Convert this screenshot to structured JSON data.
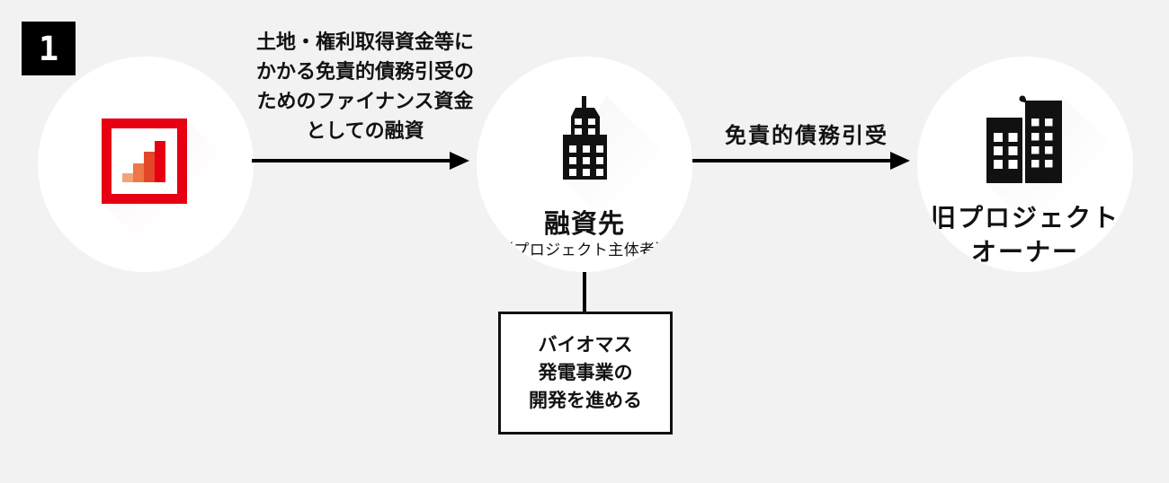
{
  "page": {
    "step_number": "1"
  },
  "colors": {
    "bg": "#f2f2f2",
    "ink": "#121212",
    "red": "#e60012",
    "bar1": "#f2a477",
    "bar2": "#ed7747",
    "bar3": "#e34628",
    "bar4": "#e60012"
  },
  "nodes": {
    "lender": {
      "icon": "bank-logo-bar-chart"
    },
    "borrower": {
      "label": "融資先",
      "sublabel": "（プロジェクト主体者）",
      "icon": "office-building"
    },
    "old_owner": {
      "label_line1": "旧プロジェクト",
      "label_line2": "オーナー",
      "icon": "two-buildings"
    }
  },
  "arrows": {
    "loan": {
      "label_lines": [
        "土地・権利取得資金等に",
        "かかる免責的債務引受の",
        "ためのファイナンス資金",
        "としての融資"
      ]
    },
    "assumption": {
      "label": "免責的債務引受"
    }
  },
  "note_box": {
    "lines": [
      "バイオマス",
      "発電事業の",
      "開発を進める"
    ]
  }
}
